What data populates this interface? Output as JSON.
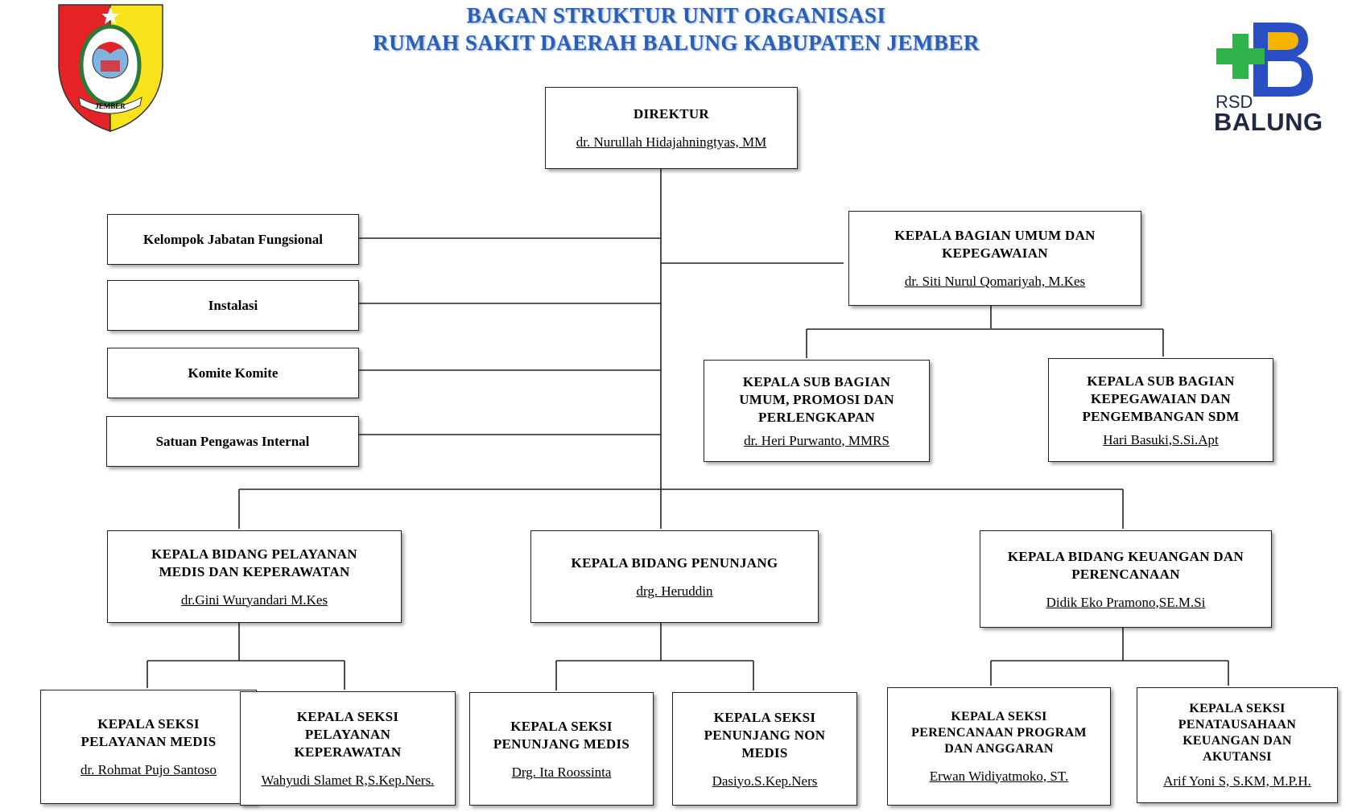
{
  "header": {
    "title_line1": "BAGAN STRUKTUR UNIT ORGANISASI",
    "title_line2": "RUMAH SAKIT DAERAH BALUNG KABUPATEN JEMBER"
  },
  "logos": {
    "left_emblem_text": "JEMBER",
    "right_line1": "RSD",
    "right_line2": "BALUNG"
  },
  "colors": {
    "title": "#2b5fb4",
    "emblem_red": "#e42326",
    "emblem_yellow": "#f7e21b",
    "rsd_green": "#2fb34a",
    "rsd_blue": "#2a4fc5",
    "rsd_yellow": "#f5b400"
  },
  "director": {
    "role": "DIREKTUR",
    "name": "dr. Nurullah Hidajahningtyas, MM"
  },
  "staff_units": [
    {
      "label": "Kelompok Jabatan Fungsional"
    },
    {
      "label": "Instalasi"
    },
    {
      "label": "Komite Komite"
    },
    {
      "label": "Satuan Pengawas Internal"
    }
  ],
  "bagian_umum": {
    "role_line1": "KEPALA BAGIAN UMUM DAN",
    "role_line2": "KEPEGAWAIAN",
    "name": "dr. Siti Nurul Qomariyah, M.Kes",
    "subs": [
      {
        "lines": [
          "KEPALA SUB BAGIAN",
          "UMUM, PROMOSI DAN",
          "PERLENGKAPAN"
        ],
        "name": "dr. Heri Purwanto, MMRS"
      },
      {
        "lines": [
          "KEPALA SUB BAGIAN",
          "KEPEGAWAIAN DAN",
          "PENGEMBANGAN SDM"
        ],
        "name": "Hari Basuki,S.Si.Apt"
      }
    ]
  },
  "bidang": [
    {
      "lines": [
        "KEPALA BIDANG PELAYANAN",
        "MEDIS DAN KEPERAWATAN"
      ],
      "name": "dr.Gini Wuryandari M.Kes"
    },
    {
      "lines": [
        "KEPALA BIDANG PENUNJANG"
      ],
      "name": "drg. Heruddin"
    },
    {
      "lines": [
        "KEPALA BIDANG KEUANGAN DAN",
        "PERENCANAAN"
      ],
      "name": "Didik Eko Pramono,SE.M.Si"
    }
  ],
  "seksi": [
    {
      "lines": [
        "KEPALA SEKSI",
        "PELAYANAN MEDIS"
      ],
      "name": "dr. Rohmat Pujo Santoso"
    },
    {
      "lines": [
        "KEPALA SEKSI",
        "PELAYANAN",
        "KEPERAWATAN"
      ],
      "name": "Wahyudi Slamet R,S.Kep.Ners."
    },
    {
      "lines": [
        "KEPALA SEKSI",
        "PENUNJANG MEDIS"
      ],
      "name": "Drg. Ita Roossinta"
    },
    {
      "lines": [
        "KEPALA SEKSI",
        "PENUNJANG NON",
        "MEDIS"
      ],
      "name": "Dasiyo.S.Kep.Ners"
    },
    {
      "lines": [
        "KEPALA SEKSI",
        "PERENCANAAN PROGRAM",
        "DAN ANGGARAN"
      ],
      "name": "Erwan Widiyatmoko, ST."
    },
    {
      "lines": [
        "KEPALA SEKSI",
        "PENATAUSAHAAN",
        "KEUANGAN DAN",
        "AKUTANSI"
      ],
      "name": "Arif Yoni S, S.KM, M.P.H."
    }
  ]
}
